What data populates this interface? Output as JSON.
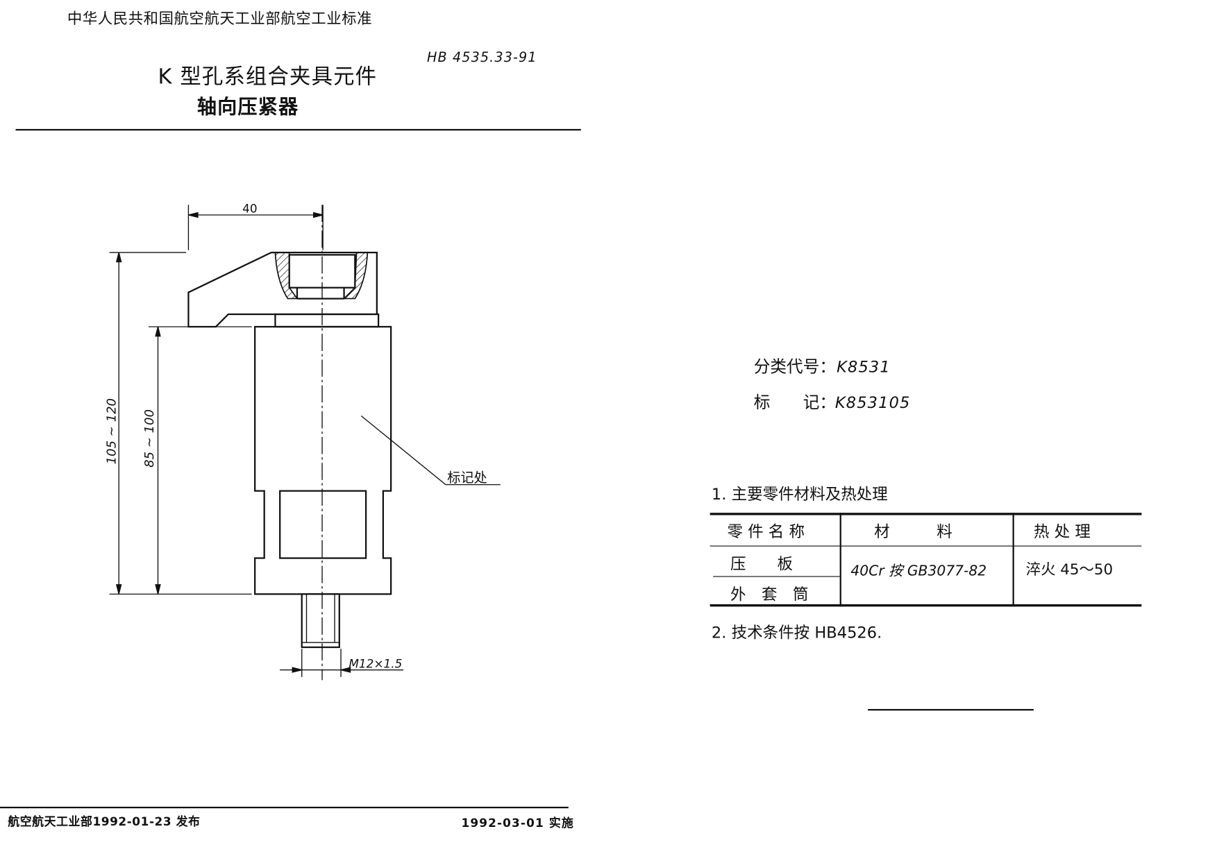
{
  "header": {
    "issuer": "中华人民共和国航空航天工业部航空工业标准",
    "standard_no": "HB 4535.33-91",
    "title_line1": "K 型孔系组合夹具元件",
    "title_line2": "轴向压紧器"
  },
  "drawing": {
    "dim_width": "40",
    "dim_overall_height": "105 ~ 120",
    "dim_body_height": "85 ~ 100",
    "thread": "M12×1.5",
    "mark_location": "标记处"
  },
  "classification": {
    "code_label": "分类代号：",
    "code_value": "K8531",
    "mark_label": "标　　记：",
    "mark_value": "K853105"
  },
  "notes": {
    "note1": "1. 主要零件材料及热处理",
    "note2": "2. 技术条件按 HB4526."
  },
  "materials_table": {
    "headers": [
      "零 件 名 称",
      "材　　　料",
      "热 处 理"
    ],
    "parts": [
      "压　　板",
      "外　套　筒"
    ],
    "material": "40Cr  按 GB3077-82",
    "heat_treatment": "淬火 45～50"
  },
  "footer": {
    "issued": "航空航天工业部1992-01-23 发布",
    "effective": "1992-03-01 实施"
  }
}
